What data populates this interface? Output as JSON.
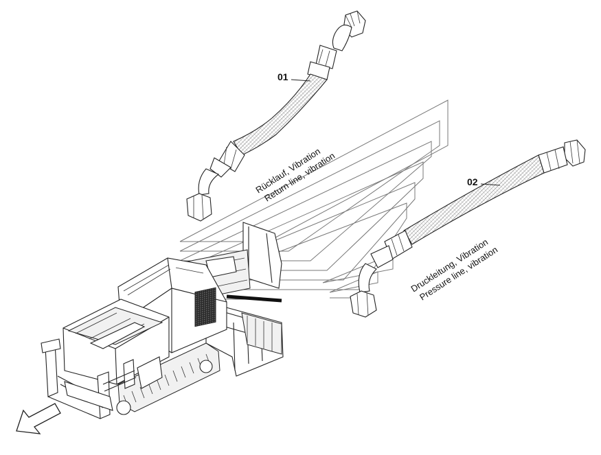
{
  "parts": [
    {
      "number": "01",
      "label_de": "Rücklauf, Vibration",
      "label_en": "Return line, vibration"
    },
    {
      "number": "02",
      "label_de": "Druckleitung, Vibration",
      "label_en": "Pressure line, vibration"
    }
  ],
  "colors": {
    "line": "#222222",
    "hatch": "#777777",
    "background": "#ffffff"
  }
}
